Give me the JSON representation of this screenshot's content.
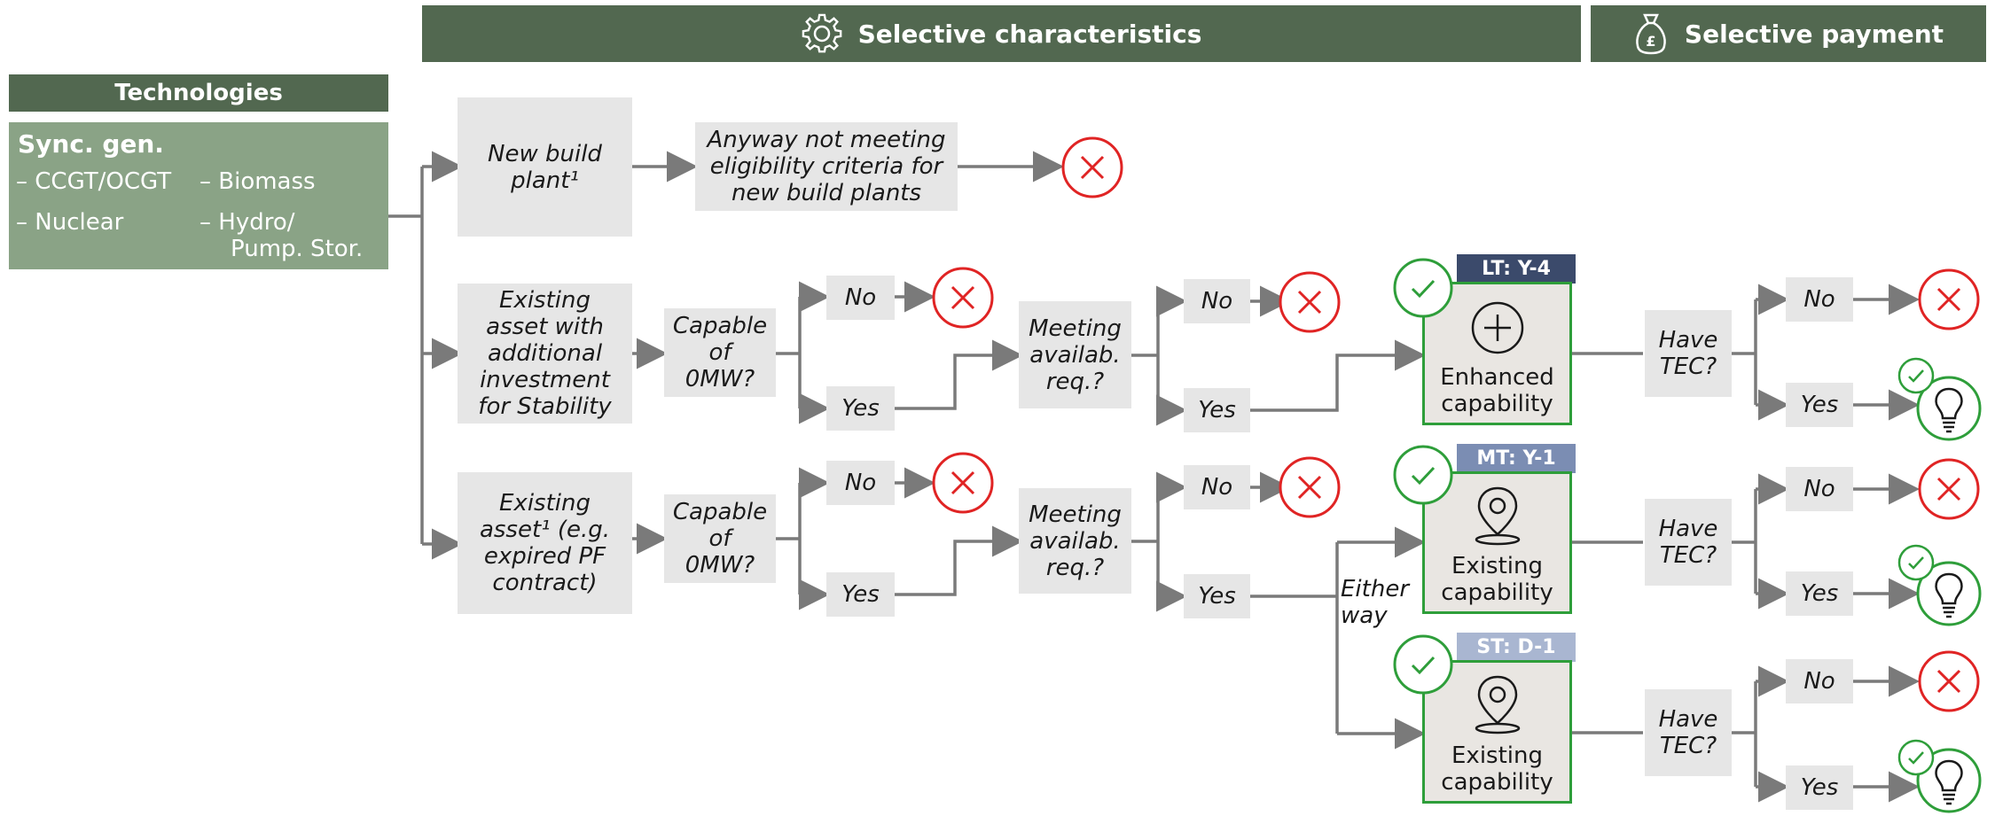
{
  "header": {
    "selective_characteristics": "Selective characteristics",
    "selective_payment": "Selective payment",
    "characteristics_icon": "gear-icon",
    "payment_icon": "money-bag-icon"
  },
  "technologies": {
    "title": "Technologies",
    "group": "Sync. gen.",
    "items": [
      "– CCGT/OCGT",
      "– Biomass",
      "– Nuclear",
      "– Hydro/",
      "Pump. Stor."
    ]
  },
  "flow": {
    "new_build": "New build plant¹",
    "not_eligible": "Anyway not meeting eligibility criteria for new build plants",
    "existing_investment": "Existing asset with additional investment for Stability",
    "existing_asset": "Existing asset¹ (e.g. expired PF contract)",
    "capable_0mw": "Capable of 0MW?",
    "meeting_req": "Meeting availab. req.?",
    "no": "No",
    "yes": "Yes",
    "have_tec": "Have TEC?",
    "either_way": "Either way"
  },
  "capabilities": [
    {
      "tag": "LT: Y-4",
      "tag_color": "#3b4a6b",
      "label": "Enhanced capability",
      "icon": "plus-circle-icon"
    },
    {
      "tag": "MT: Y-1",
      "tag_color": "#7b8db3",
      "label": "Existing capability",
      "icon": "location-pin-icon"
    },
    {
      "tag": "ST: D-1",
      "tag_color": "#a9b6d1",
      "label": "Existing capability",
      "icon": "location-pin-icon"
    }
  ],
  "colors": {
    "header_green": "#526850",
    "tech_green": "#8aa386",
    "reject_red": "#e02424",
    "accept_green": "#2e9e3a",
    "arrow_grey": "#7a7a7a"
  }
}
